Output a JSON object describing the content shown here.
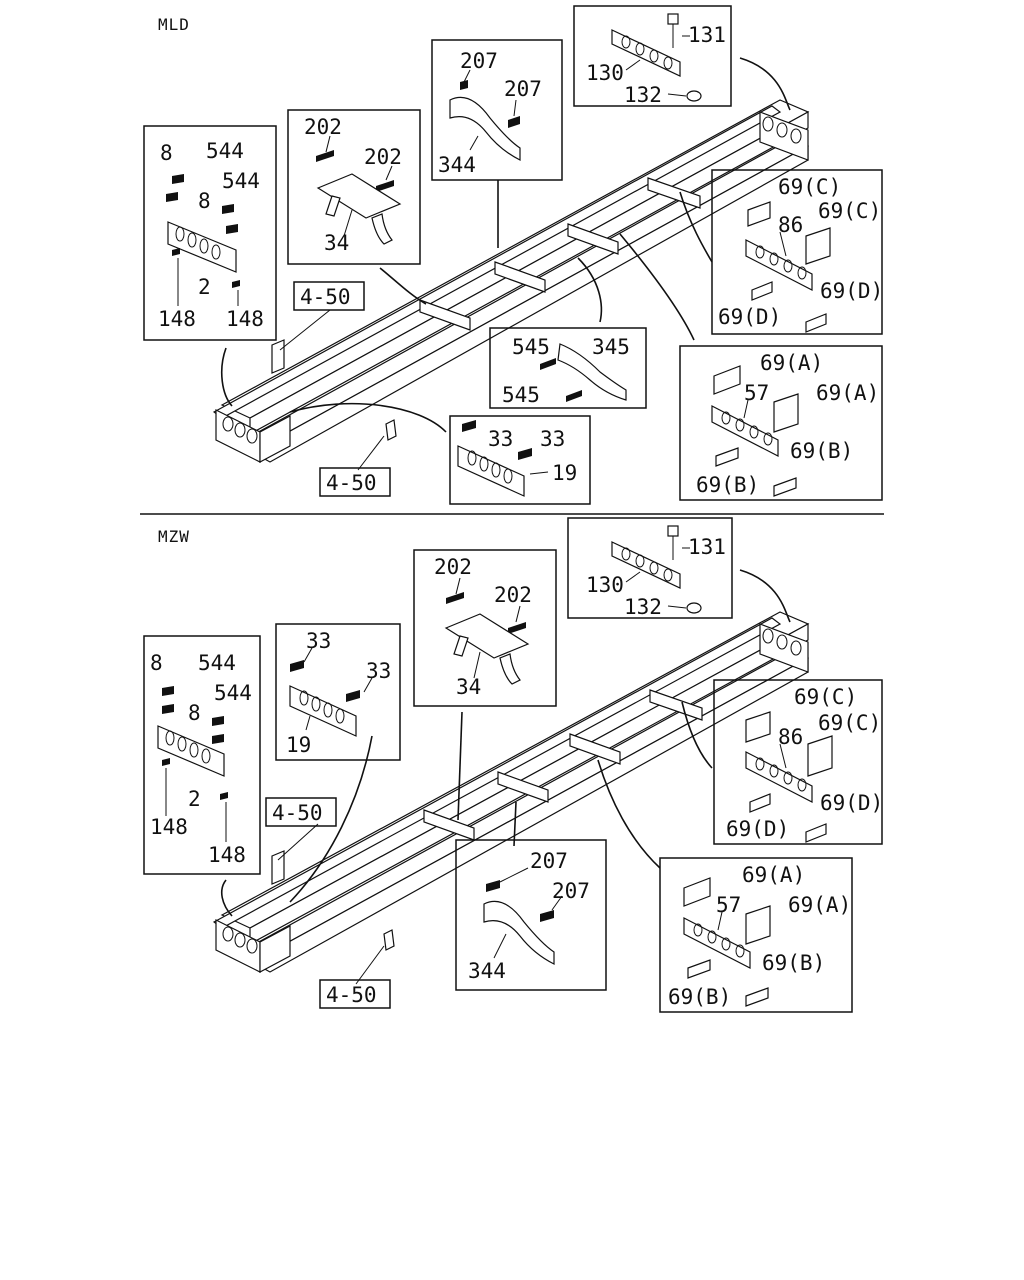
{
  "sections": [
    {
      "id": "top",
      "name": "MLD",
      "callouts": {
        "crossmember_rear": [
          "131",
          "130",
          "132"
        ],
        "bracket_344": [
          "207",
          "207",
          "344"
        ],
        "crossmember_34": [
          "202",
          "202",
          "34"
        ],
        "crossmember_2": [
          "8",
          "544",
          "544",
          "8",
          "2",
          "148",
          "148"
        ],
        "crossmember_86": [
          "69(C)",
          "69(C)",
          "86",
          "69(D)",
          "69(D)"
        ],
        "bracket_345": [
          "545",
          "345",
          "545"
        ],
        "crossmember_57": [
          "69(A)",
          "57",
          "69(A)",
          "69(B)",
          "69(B)"
        ],
        "crossmember_19": [
          "33",
          "33",
          "19"
        ],
        "references": [
          "4-50",
          "4-50"
        ]
      }
    },
    {
      "id": "bottom",
      "name": "MZW",
      "callouts": {
        "crossmember_rear": [
          "131",
          "130",
          "132"
        ],
        "crossmember_34": [
          "202",
          "202",
          "34"
        ],
        "crossmember_19": [
          "33",
          "33",
          "19"
        ],
        "crossmember_2": [
          "8",
          "544",
          "544",
          "8",
          "2",
          "148",
          "148"
        ],
        "crossmember_86": [
          "69(C)",
          "69(C)",
          "86",
          "69(D)",
          "69(D)"
        ],
        "bracket_344": [
          "207",
          "207",
          "344"
        ],
        "crossmember_57": [
          "69(A)",
          "57",
          "69(A)",
          "69(B)",
          "69(B)"
        ],
        "references": [
          "4-50",
          "4-50"
        ]
      }
    }
  ]
}
